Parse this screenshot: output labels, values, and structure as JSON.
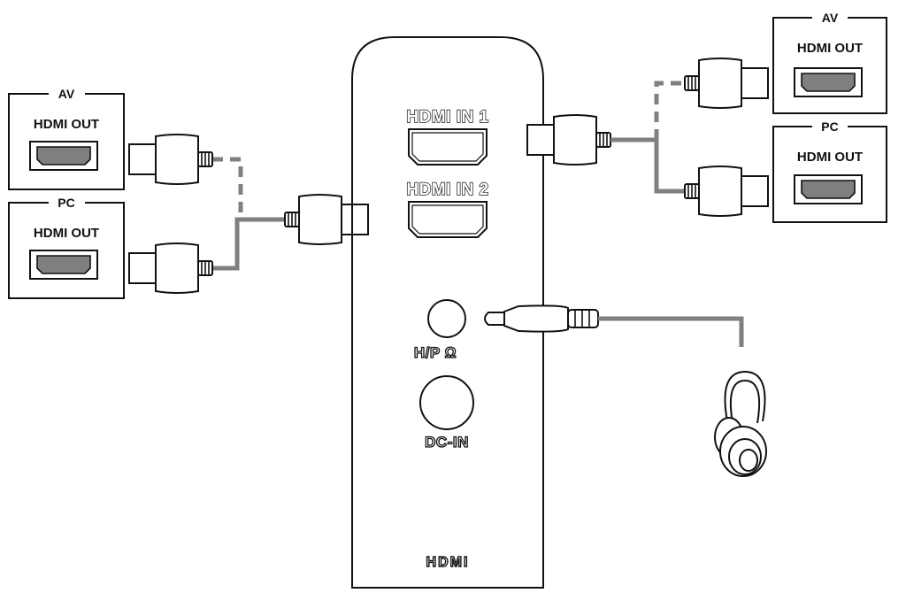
{
  "left_sources": [
    {
      "title": "AV",
      "port_label": "HDMI OUT",
      "link": "dashed"
    },
    {
      "title": "PC",
      "port_label": "HDMI OUT",
      "link": "solid"
    }
  ],
  "right_sources": [
    {
      "title": "AV",
      "port_label": "HDMI OUT",
      "link": "dashed"
    },
    {
      "title": "PC",
      "port_label": "HDMI OUT",
      "link": "solid"
    }
  ],
  "monitor": {
    "hdmi_in_1": "HDMI IN 1",
    "hdmi_in_2": "HDMI IN 2",
    "headphone": "H/P Ω",
    "dc_in": "DC-IN",
    "logo": "HDMI"
  },
  "icons": {
    "headphone_symbol": "headphone-icon",
    "headphones_device": "headphones-icon"
  },
  "colors": {
    "line": "#111111",
    "cable": "#808080",
    "port_fill": "#7f7f7f"
  }
}
